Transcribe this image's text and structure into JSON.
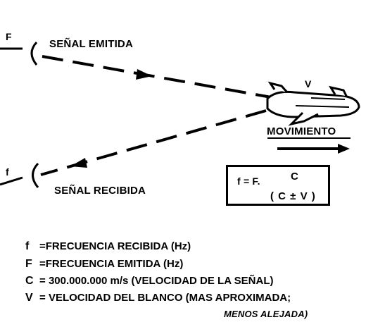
{
  "labels": {
    "emitted_symbol": "F",
    "emitted_signal": "SEÑAL EMITIDA",
    "received_symbol": "f",
    "received_signal": "SEÑAL RECIBIDA",
    "velocity_symbol": "V",
    "movement": "MOVIMIENTO"
  },
  "formula": {
    "lhs": "f = F.",
    "numerator": "C",
    "denominator": "( C ± V )"
  },
  "legend": [
    {
      "key": "f",
      "sep": "=",
      "text": "FRECUENCIA RECIBIDA (Hz)"
    },
    {
      "key": "F",
      "sep": "=",
      "text": "FRECUENCIA EMITIDA (Hz)"
    },
    {
      "key": "C",
      "sep": "=",
      "text": "300.000.000 m/s (VELOCIDAD DE LA SEÑAL)"
    },
    {
      "key": "V",
      "sep": "=",
      "text": "VELOCIDAD DEL BLANCO (MAS APROXIMADA;"
    }
  ],
  "legend_continuation": "MENOS ALEJADA)"
}
